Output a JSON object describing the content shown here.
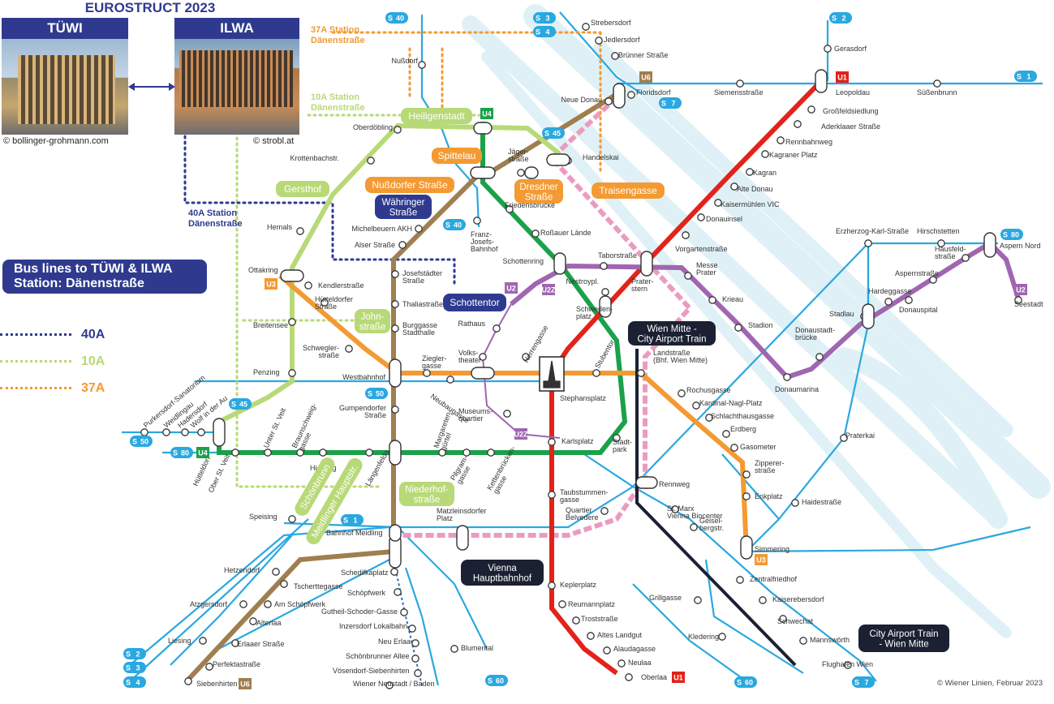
{
  "header": {
    "title": "EUROSTRUCT 2023",
    "left_label": "TÜWI",
    "right_label": "ILWA",
    "credit_left": "© bollinger-grohmann.com",
    "credit_right": "© strobl.at"
  },
  "legend": {
    "title_line1": "Bus lines to TÜWI & ILWA",
    "title_line2": "Station: Dänenstraße",
    "items": [
      {
        "label": "40A",
        "color": "#2f3a8f"
      },
      {
        "label": "10A",
        "color": "#b8d977"
      },
      {
        "label": "37A",
        "color": "#f39a33"
      }
    ]
  },
  "bus_stations": {
    "b37": "37A Station\nDänenstraße",
    "b10": "10A Station\nDänenstraße",
    "b40": "40A Station\nDänenstraße"
  },
  "callouts": {
    "heiligenstadt": "Heiligenstadt",
    "spittelau": "Spittelau",
    "nussdorfer": "Nußdorfer Straße",
    "gersthof": "Gersthof",
    "waehringer": "Währinger\nStraße",
    "dresdner": "Dresdner\nStraße",
    "traisengasse": "Traisengasse",
    "schottentor": "Schottentor",
    "johnstrasse": "John-\nstraße",
    "schoenbrunn": "Schönbrunn",
    "meidlinger": "Meidlinger Hauptstr.",
    "niederhof": "Niederhof-\nstraße",
    "wien_mitte": "Wien Mitte -\nCity Airport Train",
    "vienna_hbf": "Vienna\nHauptbahnhof",
    "cat": "City Airport Train\n- Wien Mitte"
  },
  "stations": {
    "strebersdorf": "Strebersdorf",
    "jedlersdorf": "Jedlersdorf",
    "bruenner": "Brünner Straße",
    "gerasdorf": "Gerasdorf",
    "floridsdorf": "Floridsdorf",
    "neue_donau": "Neue Donau",
    "siemens": "Siemensstraße",
    "leopoldau": "Leopoldau",
    "suessenbrunn": "Süßenbrunn",
    "grossfeld": "Großfeldsiedlung",
    "aderklaaer": "Aderklaaer Straße",
    "rennbahn": "Rennbahnweg",
    "kagraner": "Kagraner Platz",
    "kagran": "Kagran",
    "alte_donau": "Alte Donau",
    "kaisermuehlen": "Kaisermühlen VIC",
    "donauinsel": "Donauinsel",
    "vorgarten": "Vorgartenstraße",
    "nussdorf": "Nußdorf",
    "oberdoebling": "Oberdöbling",
    "krottenbach": "Krottenbachstr.",
    "hernals": "Hernals",
    "michelbeuern": "Michelbeuern AKH",
    "alser": "Alser Straße",
    "josefstaedter": "Josefstädter\nStraße",
    "thalia": "Thaliastraße",
    "burggasse": "Burggasse\nStadthalle",
    "westbahnhof": "Westbahnhof",
    "gumpendorfer": "Gumpendorfer\nStraße",
    "ottakring": "Ottakring",
    "kendler": "Kendlerstraße",
    "huetteldorfer": "Hütteldorfer\nStraße",
    "breitensee": "Breitensee",
    "schweglerstr": "Schwegler-\nstraße",
    "penzing": "Penzing",
    "jaegerstr": "Jäger-\nstraße",
    "friedensbruecke": "Friedensbrücke",
    "rossauer": "Roßauer Lände",
    "franz_josefs": "Franz-\nJosefs-\nBahnhof",
    "handelskai": "Handelskai",
    "schottenring": "Schottenring",
    "taborstr": "Taborstraße",
    "nestroy": "Nestroypl.",
    "schwedenplatz": "Schweden-\nplatz",
    "praterstern": "Prater-\nstern",
    "messe": "Messe\nPrater",
    "krieau": "Krieau",
    "stadion": "Stadion",
    "donaumarina": "Donaumarina",
    "donaustadt": "Donaustadt-\nbrücke",
    "stadlau": "Stadlau",
    "hardegg": "Hardeggasse",
    "donauspital": "Donauspital",
    "aspernstr": "Aspernstraße",
    "hausfeld": "Hausfeld-\nstraße",
    "aspern_nord": "Aspern Nord",
    "seestadt": "Seestadt",
    "erzherzog": "Erzherzog-Karl-Straße",
    "hirschstetten": "Hirschstetten",
    "praterkai": "Praterkai",
    "rathaus": "Rathaus",
    "volkstheater": "Volks-\ntheater",
    "herrengasse": "Herrengasse",
    "stephansplatz": "Stephansplatz",
    "stubentor": "Stubentor",
    "landstrasse": "Landstraße\n(Bhf. Wien Mitte)",
    "rochus": "Rochusgasse",
    "kardinal": "Kardinal-Nagl-Platz",
    "schlachthaus": "Schlachthausgasse",
    "erdberg": "Erdberg",
    "gasometer": "Gasometer",
    "zippererstr": "Zipperer-\nstraße",
    "enkplatz": "Enkplatz",
    "simmering": "Simmering",
    "haidestr": "Haidestraße",
    "zieglergasse": "Ziegler-\ngasse",
    "neubaugasse": "Neubaugasse",
    "museumsquartier": "Museums-\nquartier",
    "karlsplatz": "Karlsplatz",
    "stadtpark": "Stadt-\npark",
    "huetteldorf": "Hütteldorf",
    "ober_st_veit": "Ober St. Veit",
    "unter_st_veit": "Unter St. Veit",
    "braunschweig": "Braunschweig-\ngasse",
    "hietzing": "Hietzing",
    "laengenfeld": "Längenfeldg.",
    "margareten": "Margareten-\ngürtel",
    "pilgram": "Pilgram-\ngasse",
    "kettenbruecken": "Kettenbrücken-\ngasse",
    "taubstummen": "Taubstummen-\ngasse",
    "quartier_belvedere": "Quartier\nBelvedere",
    "rennweg": "Rennweg",
    "st_marx": "St. Marx\nVienna Biocenter",
    "geiselberg": "Geisel-\nbergstr.",
    "speising": "Speising",
    "matzleinsdorfer": "Matzleinsdorfer\nPlatz",
    "bhf_meidling": "Bahnhof Meidling",
    "hetzendorf": "Hetzendorf",
    "atzgersdorf": "Atzgersdorf",
    "liesing": "Liesing",
    "perfektastr": "Perfektastraße",
    "erlaaer": "Erlaaer Straße",
    "alterlaa": "Alterlaa",
    "am_schoepfwerk": "Am Schöpfwerk",
    "tscherttegasse": "Tscherttegasse",
    "siebenhirten": "Siebenhirten",
    "schedifkaplatz": "Schedifkaplatz",
    "schoepfwerk": "Schöpfwerk",
    "gutheil": "Gutheil-Schoder-Gasse",
    "inzersdorf": "Inzersdorf Lokalbahn",
    "neu_erlaa": "Neu Erlaa",
    "schoenbrunner_allee": "Schönbrunner Allee",
    "voesendorf": "Vösendorf-Siebenhirten",
    "wiener_neustadt": "Wiener Neustadt / Baden",
    "blumental": "Blumental",
    "keplerplatz": "Keplerplatz",
    "reumannplatz": "Reumannplatz",
    "troststr": "Troststraße",
    "altes_landgut": "Altes Landgut",
    "alaudagasse": "Alaudagasse",
    "neulaa": "Neulaa",
    "oberlaa": "Oberlaa",
    "grillgasse": "Grillgasse",
    "zentralfriedhof": "Zentralfriedhof",
    "kaiserebersdorf": "Kaiserebersdorf",
    "schwechat": "Schwechat",
    "mannswoerth": "Mannswörth",
    "flughafen": "Flughafen Wien",
    "kledering": "Kledering",
    "purkersdorf": "Purkersdorf-Sanatorium",
    "weidlingau": "Weidlingau",
    "hadersdorf": "Hadersdorf",
    "wolf_in_der_au": "Wolf in der Au"
  },
  "line_badges": {
    "u1": "U1",
    "u2": "U2",
    "u3": "U3",
    "u4": "U4",
    "u6": "U6",
    "s40": "40",
    "s3": "3",
    "s4": "4",
    "s2": "2",
    "s1": "1",
    "s7": "7",
    "s45": "45",
    "s50": "50",
    "s80": "80",
    "s60": "60",
    "u2z": "U2Z"
  },
  "colors": {
    "u1": "#e2231a",
    "u2": "#a066b1",
    "u3": "#f39a33",
    "u4": "#1ba14a",
    "u6": "#a07e4f",
    "s_bahn": "#2aa8e0",
    "cat": "#1b2132",
    "u5": "#ec9bc0",
    "bus40": "#2f3a8f",
    "bus10": "#b8d977",
    "bus37": "#f39a33"
  },
  "footer": {
    "copyright": "© Wiener Linien, Februar 2023"
  }
}
